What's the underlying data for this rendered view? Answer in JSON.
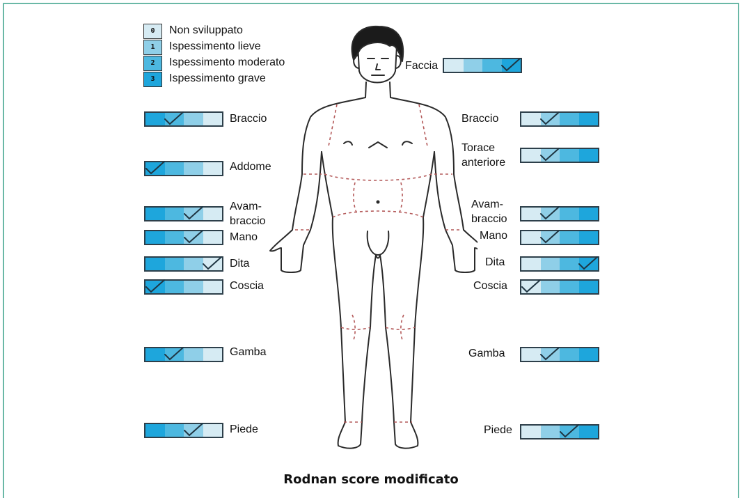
{
  "colors": {
    "frame": "#6ab8a6",
    "scale_0": "#d6ebf3",
    "scale_1": "#8fcfe8",
    "scale_2": "#4db8e0",
    "scale_3": "#1ea6dc",
    "check": "#1f3542",
    "body_outline": "#2a2a2a",
    "body_dashes": "#b45a5a"
  },
  "legend": [
    {
      "level": "0",
      "label": "Non sviluppato"
    },
    {
      "level": "1",
      "label": "Ispessimento lieve"
    },
    {
      "level": "2",
      "label": "Ispessimento moderato"
    },
    {
      "level": "3",
      "label": "Ispessimento grave"
    }
  ],
  "sites": [
    {
      "label": "Faccia",
      "side": "center",
      "score": 3,
      "order": "0-3"
    },
    {
      "label": "Braccio",
      "side": "left",
      "score": 2,
      "order": "3-0"
    },
    {
      "label": "Braccio",
      "side": "right",
      "score": 1,
      "order": "0-3"
    },
    {
      "label": "Addome",
      "side": "left",
      "score": 3,
      "order": "3-0"
    },
    {
      "label": "Torace\nanteriore",
      "side": "right",
      "score": 1,
      "order": "0-3"
    },
    {
      "label": "Avam-\nbraccio",
      "side": "left",
      "score": 1,
      "order": "3-0"
    },
    {
      "label": "Avam-\nbraccio",
      "side": "right",
      "score": 1,
      "order": "0-3"
    },
    {
      "label": "Mano",
      "side": "left",
      "score": 1,
      "order": "3-0"
    },
    {
      "label": "Mano",
      "side": "right",
      "score": 1,
      "order": "0-3"
    },
    {
      "label": "Dita",
      "side": "left",
      "score": 0,
      "order": "3-0"
    },
    {
      "label": "Dita",
      "side": "right",
      "score": 3,
      "order": "0-3"
    },
    {
      "label": "Coscia",
      "side": "left",
      "score": 3,
      "order": "3-0"
    },
    {
      "label": "Coscia",
      "side": "right",
      "score": 0,
      "order": "0-3"
    },
    {
      "label": "Gamba",
      "side": "left",
      "score": 2,
      "order": "3-0"
    },
    {
      "label": "Gamba",
      "side": "right",
      "score": 1,
      "order": "0-3"
    },
    {
      "label": "Piede",
      "side": "left",
      "score": 1,
      "order": "3-0"
    },
    {
      "label": "Piede",
      "side": "right",
      "score": 2,
      "order": "0-3"
    }
  ],
  "caption": "Rodnan score modificato"
}
